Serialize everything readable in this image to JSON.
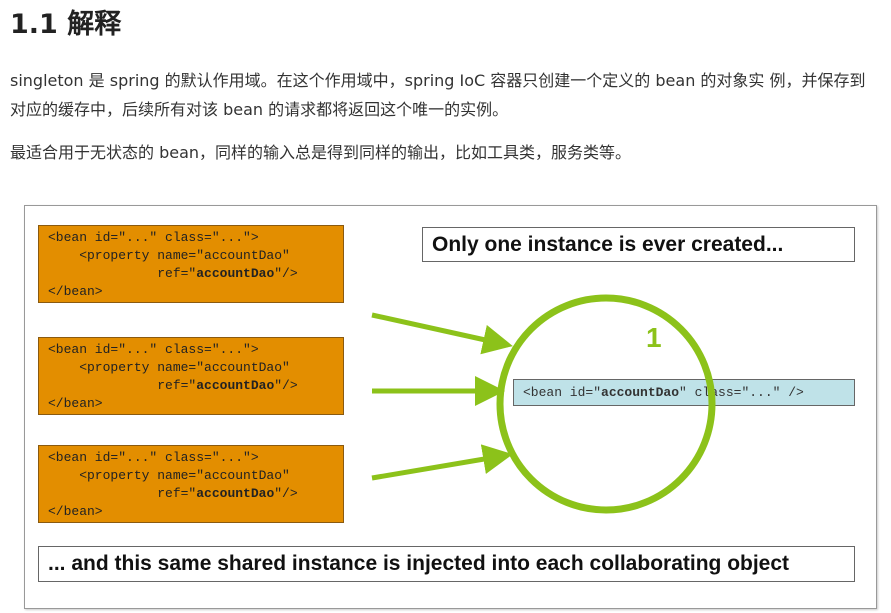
{
  "heading": "1.1 解释",
  "paragraphs": [
    "singleton 是 spring 的默认作用域。在这个作用域中，spring  IoC 容器只创建一个定义的 bean 的对象实 例，并保存到对应的缓存中，后续所有对该 bean 的请求都将返回这个唯一的实例。",
    "最适合用于无状态的 bean，同样的输入总是得到同样的输出，比如工具类，服务类等。"
  ],
  "diagram": {
    "top_label": "Only one instance is ever created...",
    "bottom_label": "... and this same shared instance is injected into each collaborating object",
    "count": "1",
    "code_block": {
      "line1": "<bean id=\"...\" class=\"...\">",
      "line2": "    <property name=\"accountDao\"",
      "line3_prefix": "              ref=\"",
      "line3_bold": "accountDao",
      "line3_suffix": "\"/>",
      "line4": "</bean>"
    },
    "singleton_bean": {
      "prefix": "<bean id=\"",
      "bold": "accountDao",
      "suffix": "\" class=\"...\" />"
    },
    "colors": {
      "orange": "#e38e00",
      "green": "#8cc21a",
      "blue": "#bfe2e8"
    }
  }
}
